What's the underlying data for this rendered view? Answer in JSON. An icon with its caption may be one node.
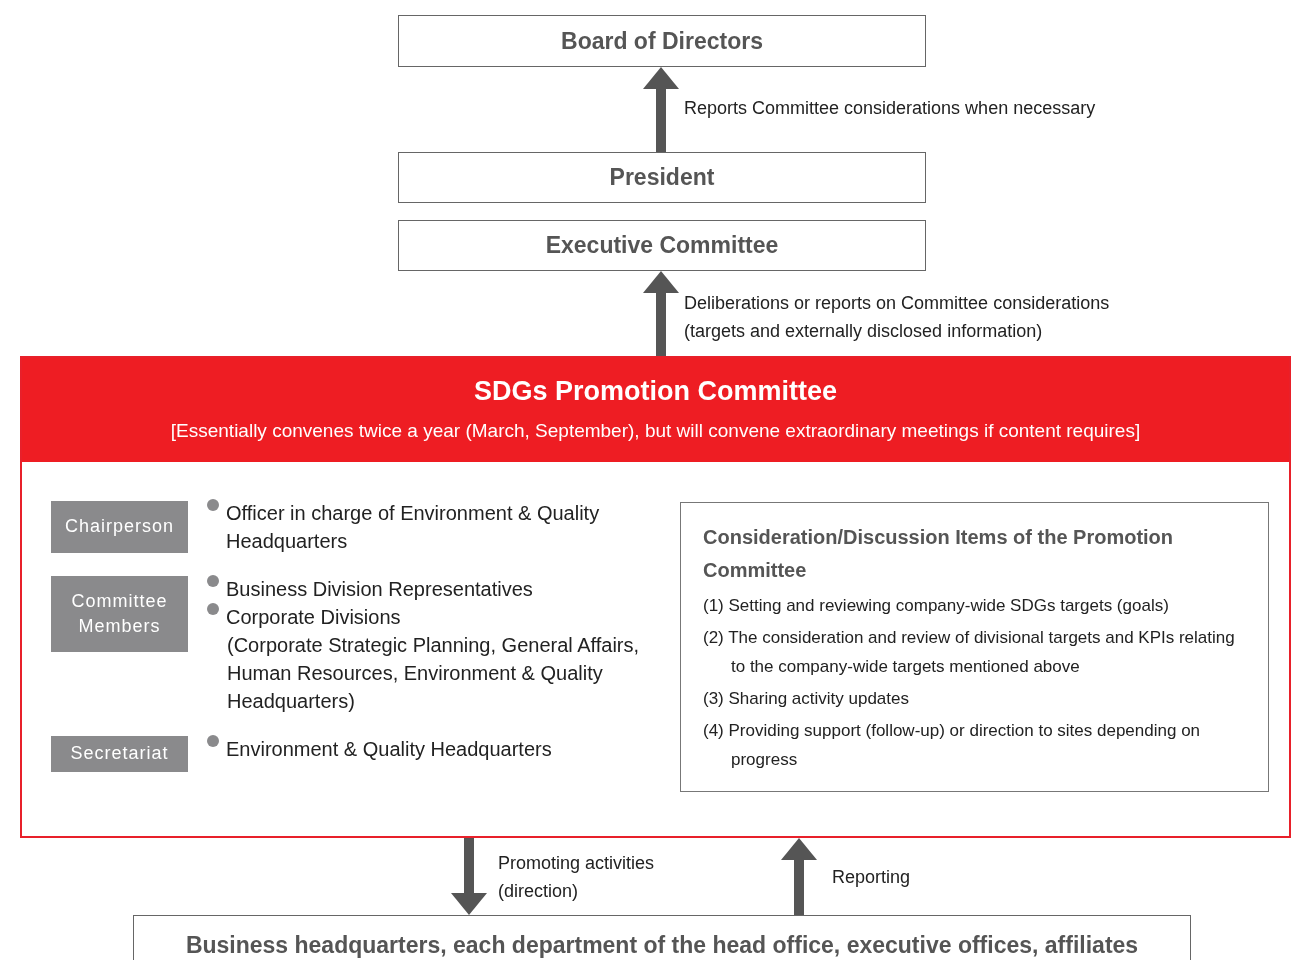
{
  "diagram": {
    "nodes": [
      {
        "text": [
          "Board of Directors"
        ]
      },
      {
        "text": [
          "President"
        ]
      },
      {
        "text": [
          "Executive Committee"
        ]
      },
      {
        "text": [
          "SDGs Promotion Committee",
          "[Essentially convenes twice a year (March, September), but will convene extraordinary meetings if content requires]"
        ]
      },
      {
        "text": [
          "Chairperson"
        ],
        "in": 3,
        "beside": [
          "Officer in charge of Environment & Quality Headquarters"
        ]
      },
      {
        "text": [
          "Committee Members"
        ],
        "in": 3,
        "beside": [
          "Business Division Representatives",
          "Corporate Divisions",
          "(Corporate Strategic Planning, General Affairs, Human Resources, Environment & Quality Headquarters)"
        ]
      },
      {
        "text": [
          "Secretariat"
        ],
        "in": 3,
        "beside": [
          "Environment & Quality Headquarters"
        ]
      },
      {
        "text": [
          "Consideration/Discussion Items of the Promotion Committee",
          "(1) Setting and reviewing company-wide SDGs targets (goals)",
          "(2) The consideration and review of divisional targets and KPIs relating to the company-wide targets mentioned above",
          "(3) Sharing activity updates",
          "(4) Providing support (follow-up) or direction to sites depending on progress"
        ],
        "in": 3
      },
      {
        "text": [
          "Business headquarters, each department of the head office, executive offices, affiliates"
        ]
      }
    ],
    "edges": [
      {
        "from": 1,
        "to": 0,
        "arrow": "to",
        "label": "Reports Committee considerations when necessary"
      },
      {
        "from": 3,
        "to": 2,
        "arrow": "to",
        "label": "Deliberations or reports on Committee considerations (targets and externally disclosed information)"
      },
      {
        "from": 3,
        "to": 8,
        "arrow": "to",
        "label": "Promoting activities (direction)"
      },
      {
        "from": 8,
        "to": 3,
        "arrow": "to",
        "label": "Reporting"
      }
    ]
  }
}
